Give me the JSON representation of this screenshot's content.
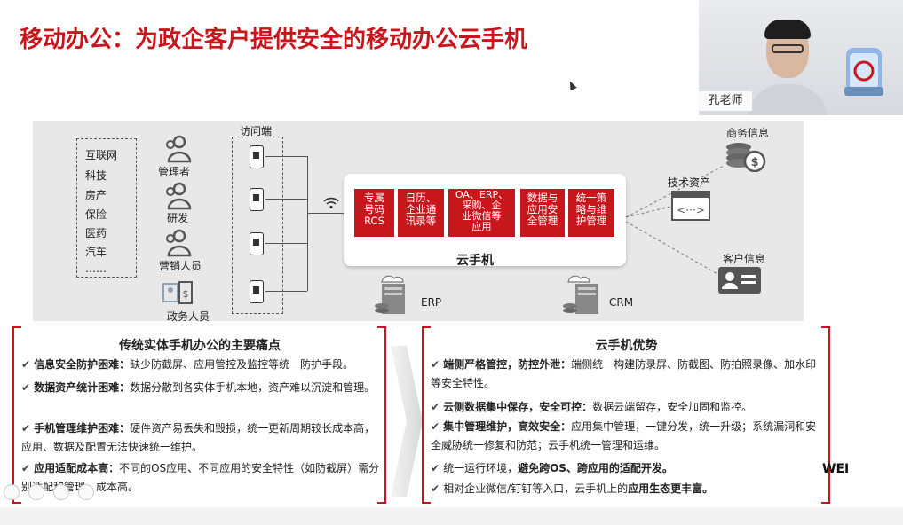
{
  "slide": {
    "title": "移动办公：为政企客户提供安全的移动办公云手机"
  },
  "webcam": {
    "name": "孔老师"
  },
  "diagram": {
    "industries": [
      "互联网",
      "科技",
      "房产",
      "保险",
      "医药",
      "汽车",
      "……"
    ],
    "roles": [
      "管理者",
      "研发",
      "营销人员",
      "政务人员"
    ],
    "access_label": "访问端",
    "cloud_cells": [
      "专属\n号码\nRCS",
      "日历、\n企业通\n讯录等",
      "OA、ERP、\n采购、企\n业微信等\n应用",
      "数据与\n应用安\n全管理",
      "统一策\n略与维\n护管理"
    ],
    "cloud_label": "云手机",
    "servers": [
      "ERP",
      "CRM"
    ],
    "right_items": [
      "商务信息",
      "技术资产",
      "客户信息"
    ]
  },
  "pain_points": {
    "title": "传统实体手机办公的主要痛点",
    "items": [
      {
        "bold": "信息安全防护困难：",
        "text": "缺少防截屏、应用管控及监控等统一防护手段。"
      },
      {
        "bold": "数据资产统计困难：",
        "text": "数据分散到各实体手机本地，资产难以沉淀和管理。"
      },
      {
        "bold": "手机管理维护困难：",
        "text": "硬件资产易丢失和毁损，统一更新周期较长成本高，应用、数据及配置无法快速统一维护。"
      },
      {
        "bold": "应用适配成本高：",
        "text": "不同的OS应用、不同应用的安全特性（如防截屏）需分别适配和管理、成本高。"
      }
    ]
  },
  "advantages": {
    "title": "云手机优势",
    "items": [
      {
        "bold": "端侧严格管控，防控外泄：",
        "text": "端侧统一构建防录屏、防截图、防拍照录像、加水印等安全特性。"
      },
      {
        "bold": "云侧数据集中保存，安全可控：",
        "text": "数据云端留存，安全加固和监控。"
      },
      {
        "bold": "集中管理维护，高效安全：",
        "text": "应用集中管理，一键分发，统一升级；系统漏洞和安全威胁统一修复和防范；云手机统一管理和运维。"
      },
      {
        "pre": "统一运行环境，",
        "bold": "避免跨OS、跨应用的适配开发。",
        "text": ""
      },
      {
        "pre": "相对企业微信/钉钉等入口，云手机上的",
        "bold": "应用生态更丰富。",
        "text": ""
      }
    ]
  },
  "partial_brand": "WEI",
  "colors": {
    "brand_red": "#c8161d",
    "diagram_bg": "#e8e8e8"
  }
}
